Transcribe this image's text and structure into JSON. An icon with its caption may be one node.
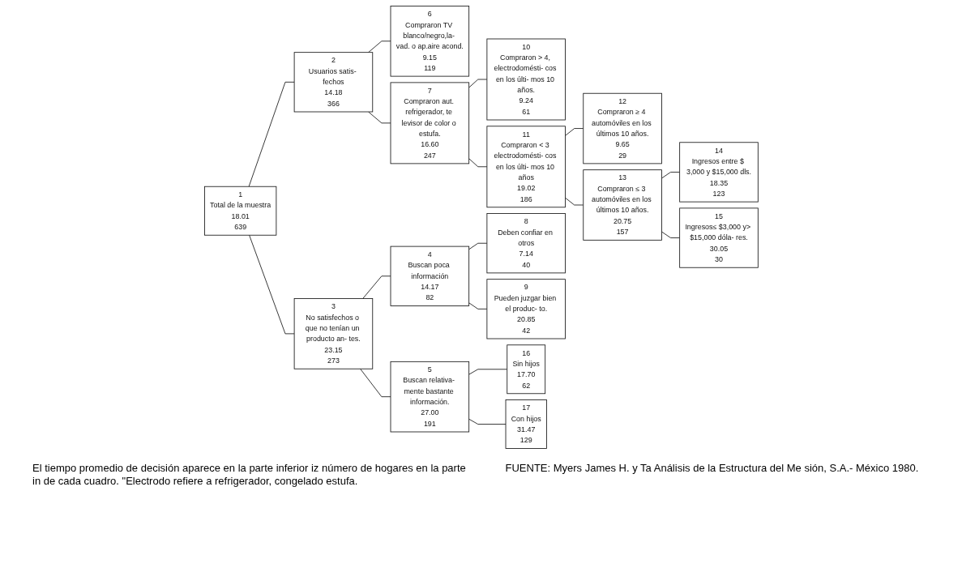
{
  "diagram": {
    "nodes": [
      {
        "text": [
          "1",
          "Total de la muestra",
          "18.01",
          "639"
        ]
      },
      {
        "text": [
          "2",
          "Usuarios satis- fechos",
          "14.18",
          "366"
        ]
      },
      {
        "text": [
          "3",
          "No satisfechos o que no tenían un producto an- tes.",
          "23.15",
          "273"
        ]
      },
      {
        "text": [
          "4",
          "Buscan poca información",
          "14.17",
          "82"
        ]
      },
      {
        "text": [
          "5",
          "Buscan relativa- mente bastante información.",
          "27.00",
          "191"
        ]
      },
      {
        "text": [
          "6",
          "Compraron TV blanco/negro,la- vad. o ap.aire acond.",
          "9.15",
          "119"
        ]
      },
      {
        "text": [
          "7",
          "Compraron aut. refrigerador, te levisor de color o estufa.",
          "16.60",
          "247"
        ]
      },
      {
        "text": [
          "8",
          "Deben confiar en otros",
          "7.14",
          "40"
        ]
      },
      {
        "text": [
          "9",
          "Pueden juzgar bien el produc- to.",
          "20.85",
          "42"
        ]
      },
      {
        "text": [
          "10",
          "Compraron > 4, electrodomésti- cos en los últi- mos 10 años.",
          "9.24",
          "61"
        ]
      },
      {
        "text": [
          "11",
          "Compraron < 3 electrodomésti- cos en los últi- mos 10 años",
          "19.02",
          "186"
        ]
      },
      {
        "text": [
          "12",
          "Compraron ≥ 4 automóviles en los últimos 10 años.",
          "9.65",
          "29"
        ]
      },
      {
        "text": [
          "13",
          "Compraron ≤ 3 automóviles en los últimos 10 años.",
          "20.75",
          "157"
        ]
      },
      {
        "text": [
          "14",
          "Ingresos entre $ 3,000 y $15,000 dls.",
          "18.35",
          "123"
        ]
      },
      {
        "text": [
          "15",
          "Ingresos≤ $3,000 y> $15,000 dóla- res.",
          "30.05",
          "30"
        ]
      },
      {
        "text": [
          "16",
          "Sin hijos",
          "17.70",
          "62"
        ]
      },
      {
        "text": [
          "17",
          "Con hijos",
          "31.47",
          "129"
        ]
      }
    ],
    "edges": [
      {
        "from": 0,
        "to": 1,
        "arrow": "none"
      },
      {
        "from": 0,
        "to": 2,
        "arrow": "none"
      },
      {
        "from": 1,
        "to": 5,
        "arrow": "none"
      },
      {
        "from": 1,
        "to": 6,
        "arrow": "none"
      },
      {
        "from": 2,
        "to": 3,
        "arrow": "none"
      },
      {
        "from": 2,
        "to": 4,
        "arrow": "none"
      },
      {
        "from": 3,
        "to": 7,
        "arrow": "none"
      },
      {
        "from": 3,
        "to": 8,
        "arrow": "none"
      },
      {
        "from": 4,
        "to": 15,
        "arrow": "none"
      },
      {
        "from": 4,
        "to": 16,
        "arrow": "none"
      },
      {
        "from": 6,
        "to": 9,
        "arrow": "none"
      },
      {
        "from": 6,
        "to": 10,
        "arrow": "none"
      },
      {
        "from": 10,
        "to": 11,
        "arrow": "none"
      },
      {
        "from": 10,
        "to": 12,
        "arrow": "none"
      },
      {
        "from": 12,
        "to": 13,
        "arrow": "none"
      },
      {
        "from": 12,
        "to": 14,
        "arrow": "none"
      }
    ],
    "labels": [
      "El tiempo promedio de decisión aparece en la parte inferior iz número de hogares en la parte in de cada cuadro. \"Electrodo refiere a refrigerador, congelado estufa.",
      "FUENTE: Myers James H. y Ta Análisis de la Estructura del Me sión, S.A.- México 1980."
    ]
  }
}
